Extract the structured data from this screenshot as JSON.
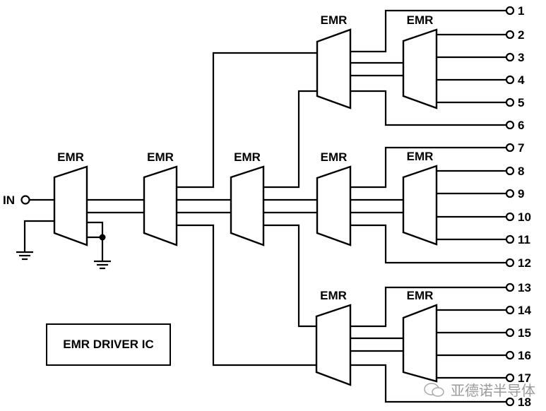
{
  "diagram": {
    "block_label": "EMR",
    "input_label": "IN",
    "box_label": "EMR DRIVER IC",
    "outputs": [
      "1",
      "2",
      "3",
      "4",
      "5",
      "6",
      "7",
      "8",
      "9",
      "10",
      "11",
      "12",
      "13",
      "14",
      "15",
      "16",
      "17",
      "18"
    ],
    "watermark": "亚德诺半导体",
    "watermark_icon": "wechat-icon"
  }
}
